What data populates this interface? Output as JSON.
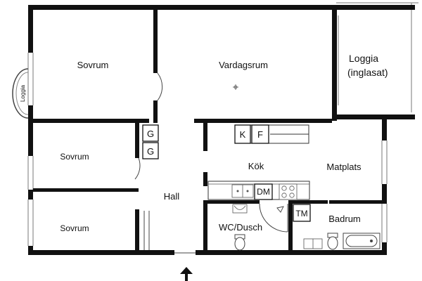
{
  "rooms": {
    "sovrum_1": "Sovrum",
    "vardagsrum": "Vardagsrum",
    "loggia_top_line1": "Loggia",
    "loggia_top_line2": "(inglasat)",
    "loggia_side": "Loggia",
    "sovrum_2": "Sovrum",
    "sovrum_3": "Sovrum",
    "hall": "Hall",
    "kok": "Kök",
    "matplats": "Matplats",
    "wc_dusch": "WC/Dusch",
    "badrum": "Badrum"
  },
  "fixtures": {
    "g1": "G",
    "g2": "G",
    "k": "K",
    "f": "F",
    "dm": "DM",
    "tm": "TM"
  }
}
